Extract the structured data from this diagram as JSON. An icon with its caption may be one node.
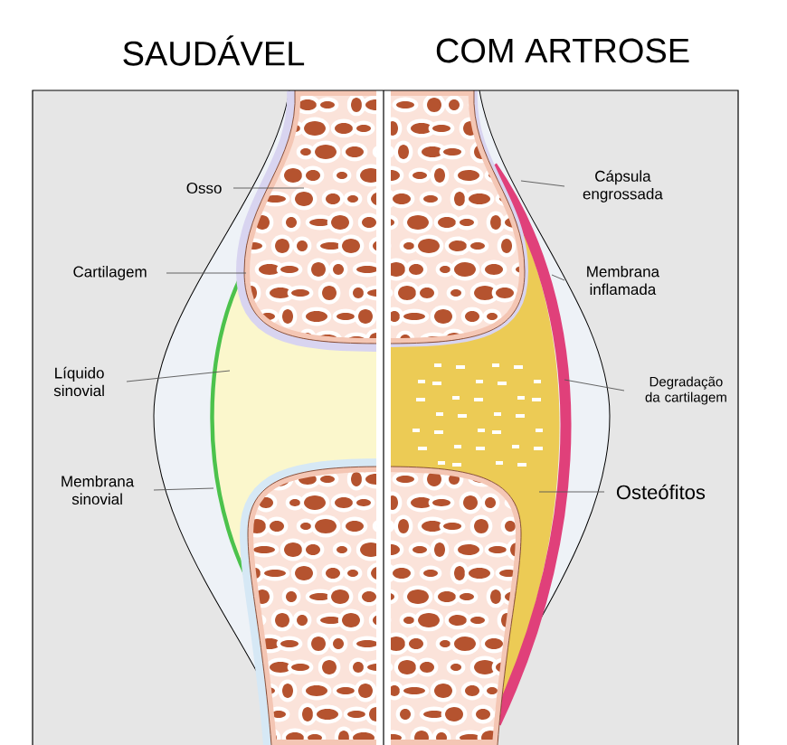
{
  "diagram": {
    "nodes": [
      {
        "text": [
          "Osso"
        ]
      },
      {
        "text": [
          "Cartilagem"
        ]
      },
      {
        "text": [
          "Líquido sinovial"
        ]
      },
      {
        "text": [
          "Membrana sinovial"
        ]
      },
      {
        "text": [
          "Cápsula engrossada"
        ]
      },
      {
        "text": [
          "Membrana inflamada"
        ]
      },
      {
        "text": [
          "Degradação da cartilagem"
        ]
      },
      {
        "text": [
          "Osteófitos"
        ]
      }
    ],
    "edges": [
      {
        "from": 0,
        "to": null,
        "arrow": "none"
      },
      {
        "from": 1,
        "to": null,
        "arrow": "none"
      },
      {
        "from": 2,
        "to": null,
        "arrow": "none"
      },
      {
        "from": 3,
        "to": null,
        "arrow": "none"
      },
      {
        "from": 4,
        "to": null,
        "arrow": "none"
      },
      {
        "from": 5,
        "to": null,
        "arrow": "none"
      },
      {
        "from": 6,
        "to": null,
        "arrow": "none"
      },
      {
        "from": 7,
        "to": null,
        "arrow": "none"
      }
    ],
    "labels": [
      "SAUDÁVEL",
      "COM ARTROSE"
    ]
  }
}
